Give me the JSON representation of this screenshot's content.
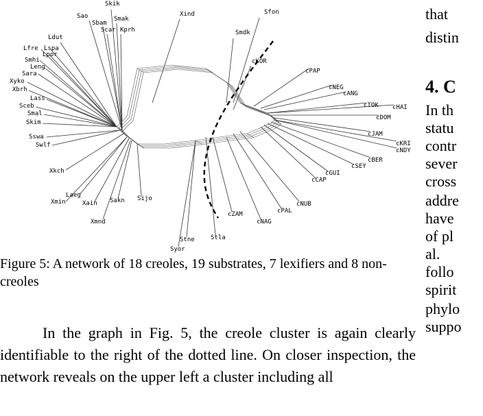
{
  "figure": {
    "labels": {
      "skik": "Skik",
      "sao": "Sao",
      "sbam": "Sbam",
      "smak": "Smak",
      "scar": "Scar",
      "kprh": "Kprh",
      "xind": "Xind",
      "sfon": "Sfon",
      "smdk": "Smdk",
      "ckor": "cKOR",
      "ldut": "Ldut",
      "lfre": "Lfre",
      "lspa": "Lspa",
      "lpor": "Lpor",
      "smhi": "Smhi",
      "leng": "Leng",
      "sara": "Sara",
      "xyko": "Xyko",
      "xbrh": "Xbrh",
      "lass": "Lass",
      "sceb": "Sceb",
      "smal": "Smal",
      "skim": "Skim",
      "sswa": "Sswa",
      "swlf": "Swlf",
      "xkch": "Xkch",
      "laeg": "Laeg",
      "xmin": "Xmin",
      "xain": "Xain",
      "sakn": "Sakn",
      "sijo": "Sijo",
      "xmnd": "Xmnd",
      "syor": "Syor",
      "stne": "Stne",
      "stla": "Stla",
      "czam": "cZAM",
      "cnag": "cNAG",
      "cpal": "cPAL",
      "cnub": "cNUB",
      "ccap": "cCAP",
      "cgui": "cGUI",
      "csey": "cSEY",
      "cber": "cBER",
      "cndy": "cNDY",
      "ckri": "cKRI",
      "cjam": "cJAM",
      "cdom": "cDOM",
      "ctok": "cTOK",
      "chai": "cHAI",
      "cang": "cANG",
      "cneg": "cNEG",
      "cpap": "cPAP"
    },
    "caption": "Figure 5: A network of 18 creoles, 19 substrates, 7 lexifiers and 8 non-creoles"
  },
  "body_text": "In the graph in Fig. 5, the creole cluster is again clearly identifiable to the right of the dotted line. On closer inspection, the network reveals on the upper left a cluster including all",
  "right_column": {
    "lines_top": [
      "that",
      "distin"
    ],
    "heading": "4. C",
    "lines_bottom": [
      "In th",
      "statu",
      "contr",
      "sever",
      "cross",
      "addre",
      "have",
      "of pl",
      "al.",
      "follo",
      "spirit",
      "phylo",
      "suppo"
    ]
  }
}
